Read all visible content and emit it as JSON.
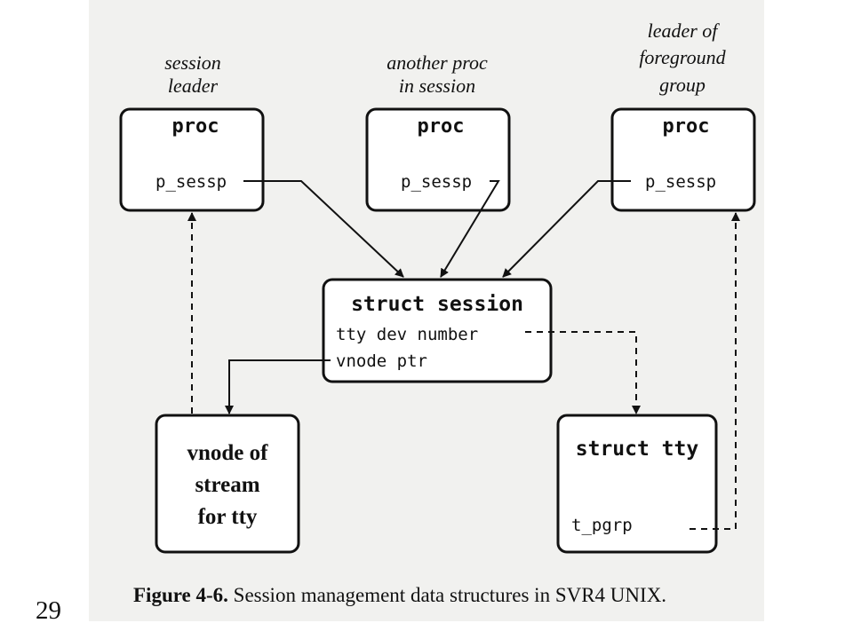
{
  "annotations": {
    "session_leader": [
      "session",
      "leader"
    ],
    "another_proc": [
      "another proc",
      "in session"
    ],
    "fg_leader": [
      "leader of",
      "foreground",
      "group"
    ]
  },
  "proc_boxes": [
    {
      "title": "proc",
      "field": "p_sessp"
    },
    {
      "title": "proc",
      "field": "p_sessp"
    },
    {
      "title": "proc",
      "field": "p_sessp"
    }
  ],
  "session_box": {
    "title": "struct session",
    "fields": [
      "tty dev number",
      "vnode ptr"
    ]
  },
  "vnode_box": {
    "lines": [
      "vnode of",
      "stream",
      "for tty"
    ]
  },
  "tty_box": {
    "title": "struct tty",
    "field": "t_pgrp"
  },
  "caption": {
    "label": "Figure 4-6.",
    "text": " Session management data structures in SVR4 UNIX."
  },
  "page_number": "29"
}
